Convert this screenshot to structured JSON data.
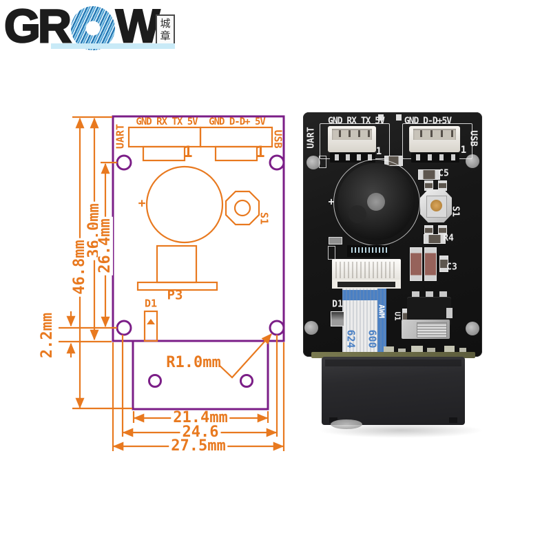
{
  "logo": {
    "gr": "GR",
    "w": "W",
    "seal_top": "城",
    "seal_bottom": "章"
  },
  "diagram": {
    "colors": {
      "outline": "#7b1e87",
      "dimension": "#e8791f"
    },
    "uart_label": "UART",
    "usb_label": "USB",
    "uart_pins": "GND RX TX 5V",
    "usb_pins": "GND D-D+ 5V",
    "pin1_left": "1",
    "pin1_right": "1",
    "buzzer_plus": "+",
    "button_label": "S1",
    "camera_label": "P3",
    "diode_label": "D1",
    "dim_total_height": "46.8mm",
    "dim_board_height": "36.0mm",
    "dim_hole_height": "26.4mm",
    "dim_hole_offset": "2.2mm",
    "dim_head_width": "21.4mm",
    "dim_hole_width": "24.6",
    "dim_board_width": "27.5mm",
    "hole_radius": "R1.0mm"
  },
  "photo": {
    "uart_label": "UART",
    "usb_label": "USB",
    "uart_pins": "GND RX TX 5V",
    "usb_pins": "GND D-D+5V",
    "pin1_left": "1",
    "pin1_right": "1",
    "buzzer_plus": "+",
    "refs": {
      "c5": "C5",
      "s1": "S1",
      "r4": "R4",
      "c3": "C3",
      "d1": "D1",
      "u1": "U1"
    },
    "cable": {
      "awm": "AWM",
      "num1": "600",
      "num2": "624"
    }
  }
}
